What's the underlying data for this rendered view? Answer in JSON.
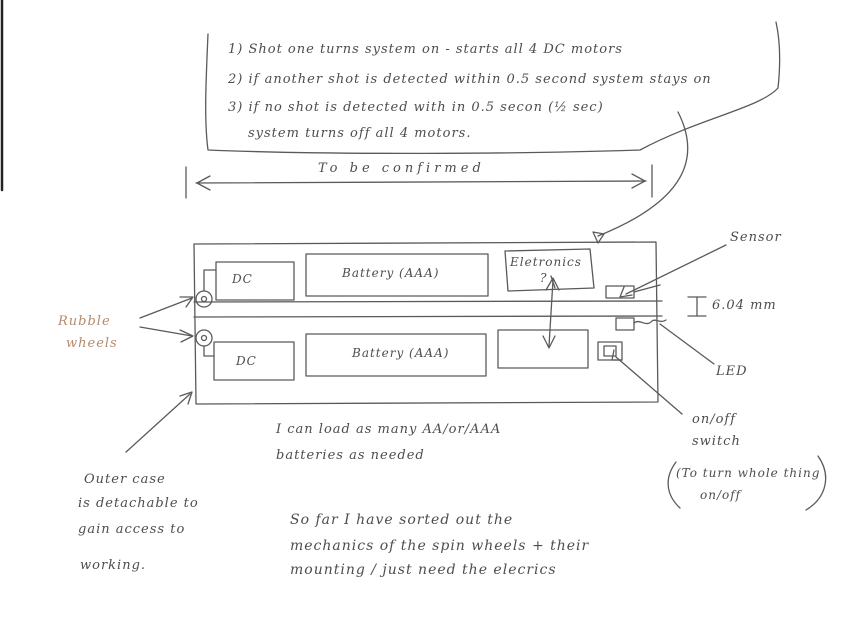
{
  "notes": {
    "line1": "1) Shot one turns system on - starts all 4 DC motors",
    "line2": "2) if another shot is detected within 0.5 second system stays on",
    "line3": "3) if no shot is detected with in 0.5 secon (½ sec)",
    "line4": "system turns off all 4 motors."
  },
  "dimension_label": "To be confirmed",
  "top_row": {
    "dc": "DC",
    "battery": "Battery (AAA)",
    "electronics": "Eletronics",
    "electronics_q": "?"
  },
  "bottom_row": {
    "dc": "DC",
    "battery": "Battery (AAA)"
  },
  "callouts": {
    "sensor": "Sensor",
    "gap": "6.04 mm",
    "led": "LED",
    "switch_1": "on/off",
    "switch_2": "switch",
    "switch_note_1": "(To turn whole thing",
    "switch_note_2": "on/off",
    "rubber_1": "Rubble",
    "rubber_2": "wheels",
    "case_1": "Outer case",
    "case_2": "is detachable to",
    "case_3": "gain access to",
    "case_4": "working."
  },
  "batteries_note": {
    "line1": "I can load as many AA/or/AAA",
    "line2": "batteries as needed"
  },
  "footer_note": {
    "line1": "So far I have sorted out the",
    "line2": "mechanics of the spin wheels + their",
    "line3": "mounting / just need the elecrics"
  }
}
